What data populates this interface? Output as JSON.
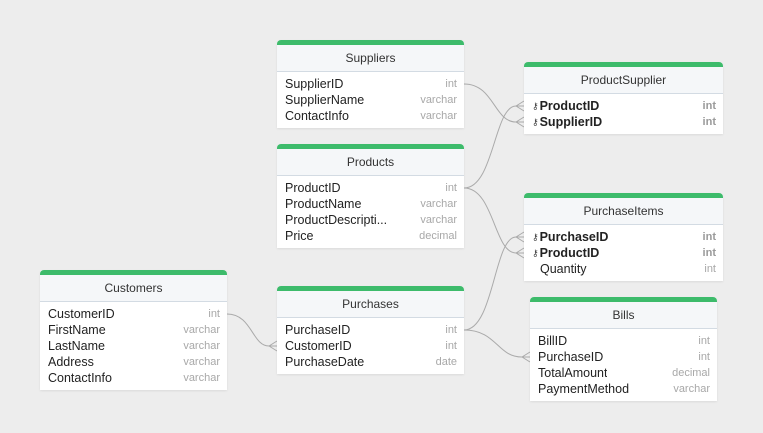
{
  "diagram": {
    "tables": [
      {
        "id": "suppliers",
        "name": "Suppliers",
        "fields": [
          {
            "name": "SupplierID",
            "type": "int"
          },
          {
            "name": "SupplierName",
            "type": "varchar"
          },
          {
            "name": "ContactInfo",
            "type": "varchar"
          }
        ]
      },
      {
        "id": "products",
        "name": "Products",
        "fields": [
          {
            "name": "ProductID",
            "type": "int"
          },
          {
            "name": "ProductName",
            "type": "varchar"
          },
          {
            "name": "ProductDescripti...",
            "type": "varchar"
          },
          {
            "name": "Price",
            "type": "decimal"
          }
        ]
      },
      {
        "id": "productsupplier",
        "name": "ProductSupplier",
        "fields": [
          {
            "name": "ProductID",
            "type": "int",
            "pk": true
          },
          {
            "name": "SupplierID",
            "type": "int",
            "pk": true
          }
        ]
      },
      {
        "id": "purchaseitems",
        "name": "PurchaseItems",
        "fields": [
          {
            "name": "PurchaseID",
            "type": "int",
            "pk": true
          },
          {
            "name": "ProductID",
            "type": "int",
            "pk": true
          },
          {
            "name": "Quantity",
            "type": "int"
          }
        ]
      },
      {
        "id": "customers",
        "name": "Customers",
        "fields": [
          {
            "name": "CustomerID",
            "type": "int"
          },
          {
            "name": "FirstName",
            "type": "varchar"
          },
          {
            "name": "LastName",
            "type": "varchar"
          },
          {
            "name": "Address",
            "type": "varchar"
          },
          {
            "name": "ContactInfo",
            "type": "varchar"
          }
        ]
      },
      {
        "id": "purchases",
        "name": "Purchases",
        "fields": [
          {
            "name": "PurchaseID",
            "type": "int"
          },
          {
            "name": "CustomerID",
            "type": "int"
          },
          {
            "name": "PurchaseDate",
            "type": "date"
          }
        ]
      },
      {
        "id": "bills",
        "name": "Bills",
        "fields": [
          {
            "name": "BillID",
            "type": "int"
          },
          {
            "name": "PurchaseID",
            "type": "int"
          },
          {
            "name": "TotalAmount",
            "type": "decimal"
          },
          {
            "name": "PaymentMethod",
            "type": "varchar"
          }
        ]
      }
    ],
    "relations": [
      {
        "from": "suppliers.SupplierID",
        "to": "productsupplier.SupplierID"
      },
      {
        "from": "products.ProductID",
        "to": "productsupplier.ProductID"
      },
      {
        "from": "products.ProductID",
        "to": "purchaseitems.ProductID"
      },
      {
        "from": "purchases.PurchaseID",
        "to": "purchaseitems.PurchaseID"
      },
      {
        "from": "purchases.PurchaseID",
        "to": "bills.PurchaseID"
      },
      {
        "from": "customers.CustomerID",
        "to": "purchases.CustomerID"
      }
    ],
    "colors": {
      "header_bar": "#3dbb6b",
      "background": "#ededed",
      "link": "#aaaaaa"
    }
  }
}
